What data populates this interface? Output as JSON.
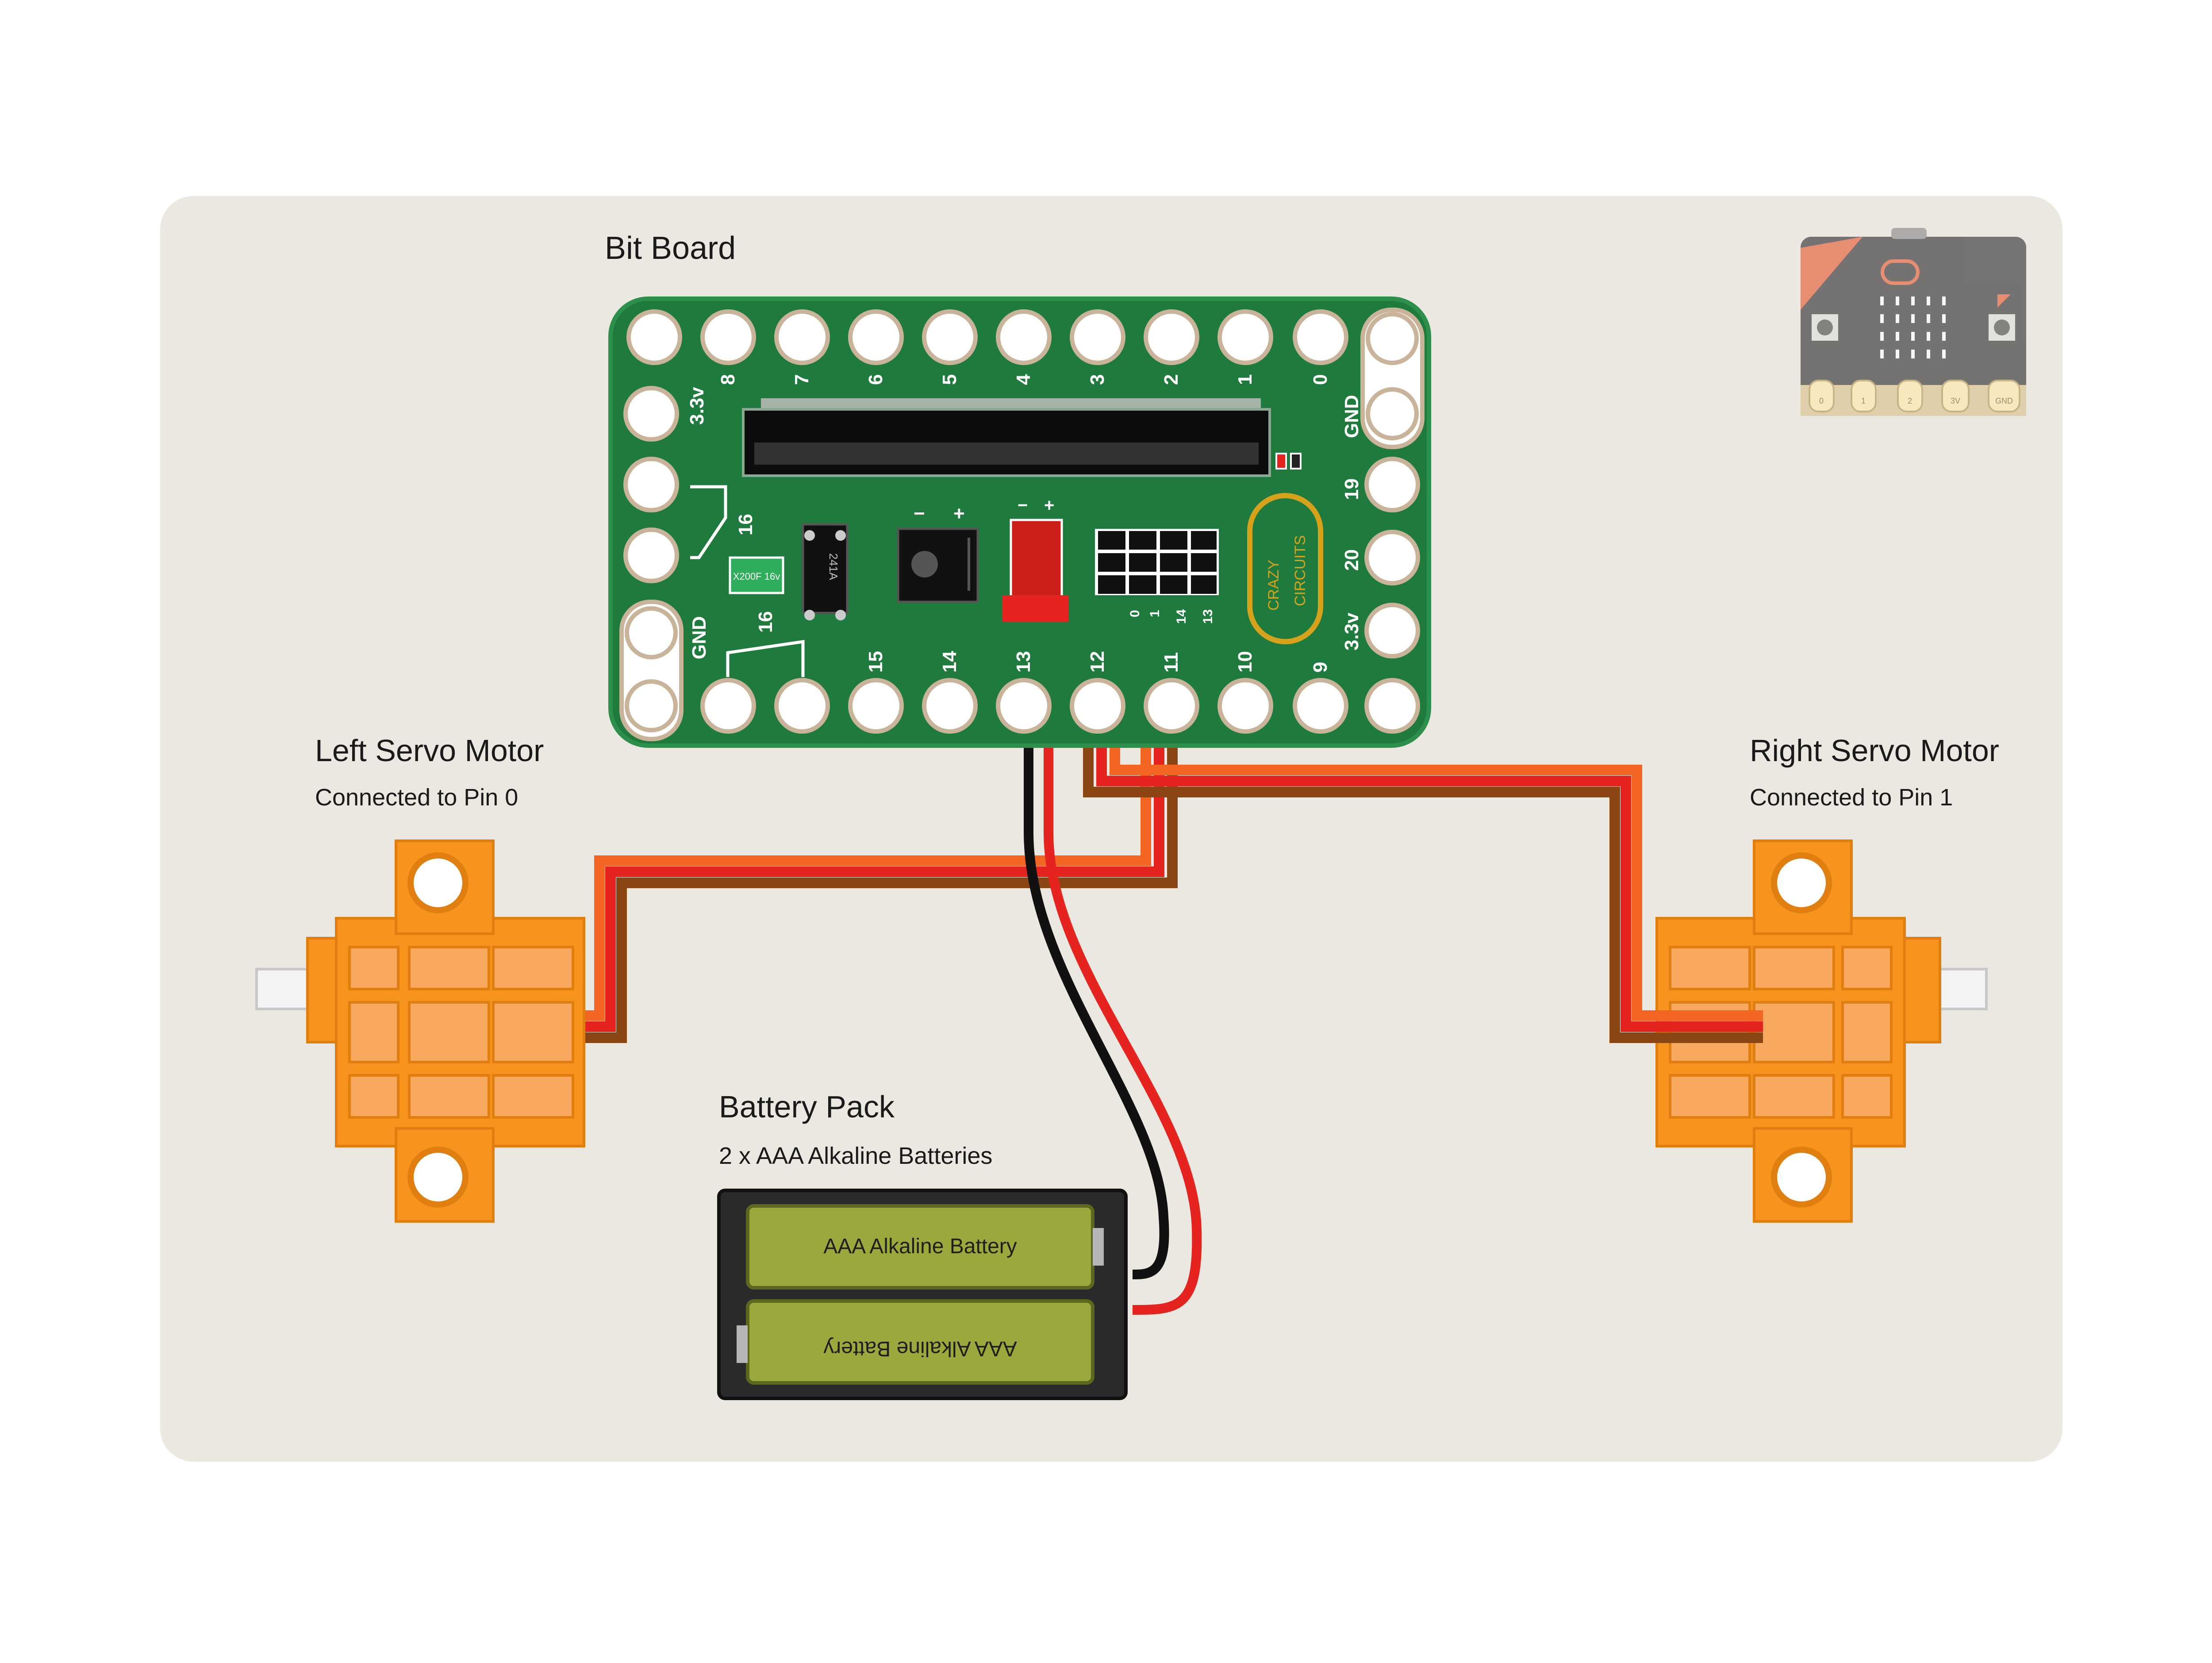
{
  "bit_board": {
    "title": "Bit Board",
    "top_pins": [
      "3.3v",
      "8",
      "7",
      "6",
      "5",
      "4",
      "3",
      "2",
      "1",
      "0",
      "GND"
    ],
    "bottom_pins": [
      "GND",
      "16",
      "15",
      "14",
      "13",
      "12",
      "11",
      "10",
      "9",
      "3.3v"
    ],
    "right_pins": [
      "19",
      "20"
    ],
    "left_pin": "16",
    "header_labels": [
      "0",
      "1",
      "14",
      "13"
    ],
    "power_minus": "−",
    "power_plus": "+",
    "chip_label": "241A",
    "cap_label": "X200F 16v",
    "logo_line1": "CRAZY",
    "logo_line2": "CIRCUITS"
  },
  "left_servo": {
    "title": "Left Servo Motor",
    "subtitle": "Connected to Pin 0"
  },
  "right_servo": {
    "title": "Right Servo Motor",
    "subtitle": "Connected to Pin 1"
  },
  "battery_pack": {
    "title": "Battery Pack",
    "subtitle": "2 x AAA Alkaline Batteries",
    "battery_1": "AAA Alkaline Battery",
    "battery_2": "AAA Alkaline Battery"
  },
  "microbit_pins": [
    "0",
    "1",
    "2",
    "3V",
    "GND"
  ],
  "colors": {
    "panel": "#ebe8e2",
    "board": "#1f7a3d",
    "servo": "#f7941d",
    "wire_brown": "#8b4513",
    "wire_red": "#e52420",
    "wire_orange": "#f26522",
    "battery": "#9ba93c"
  }
}
